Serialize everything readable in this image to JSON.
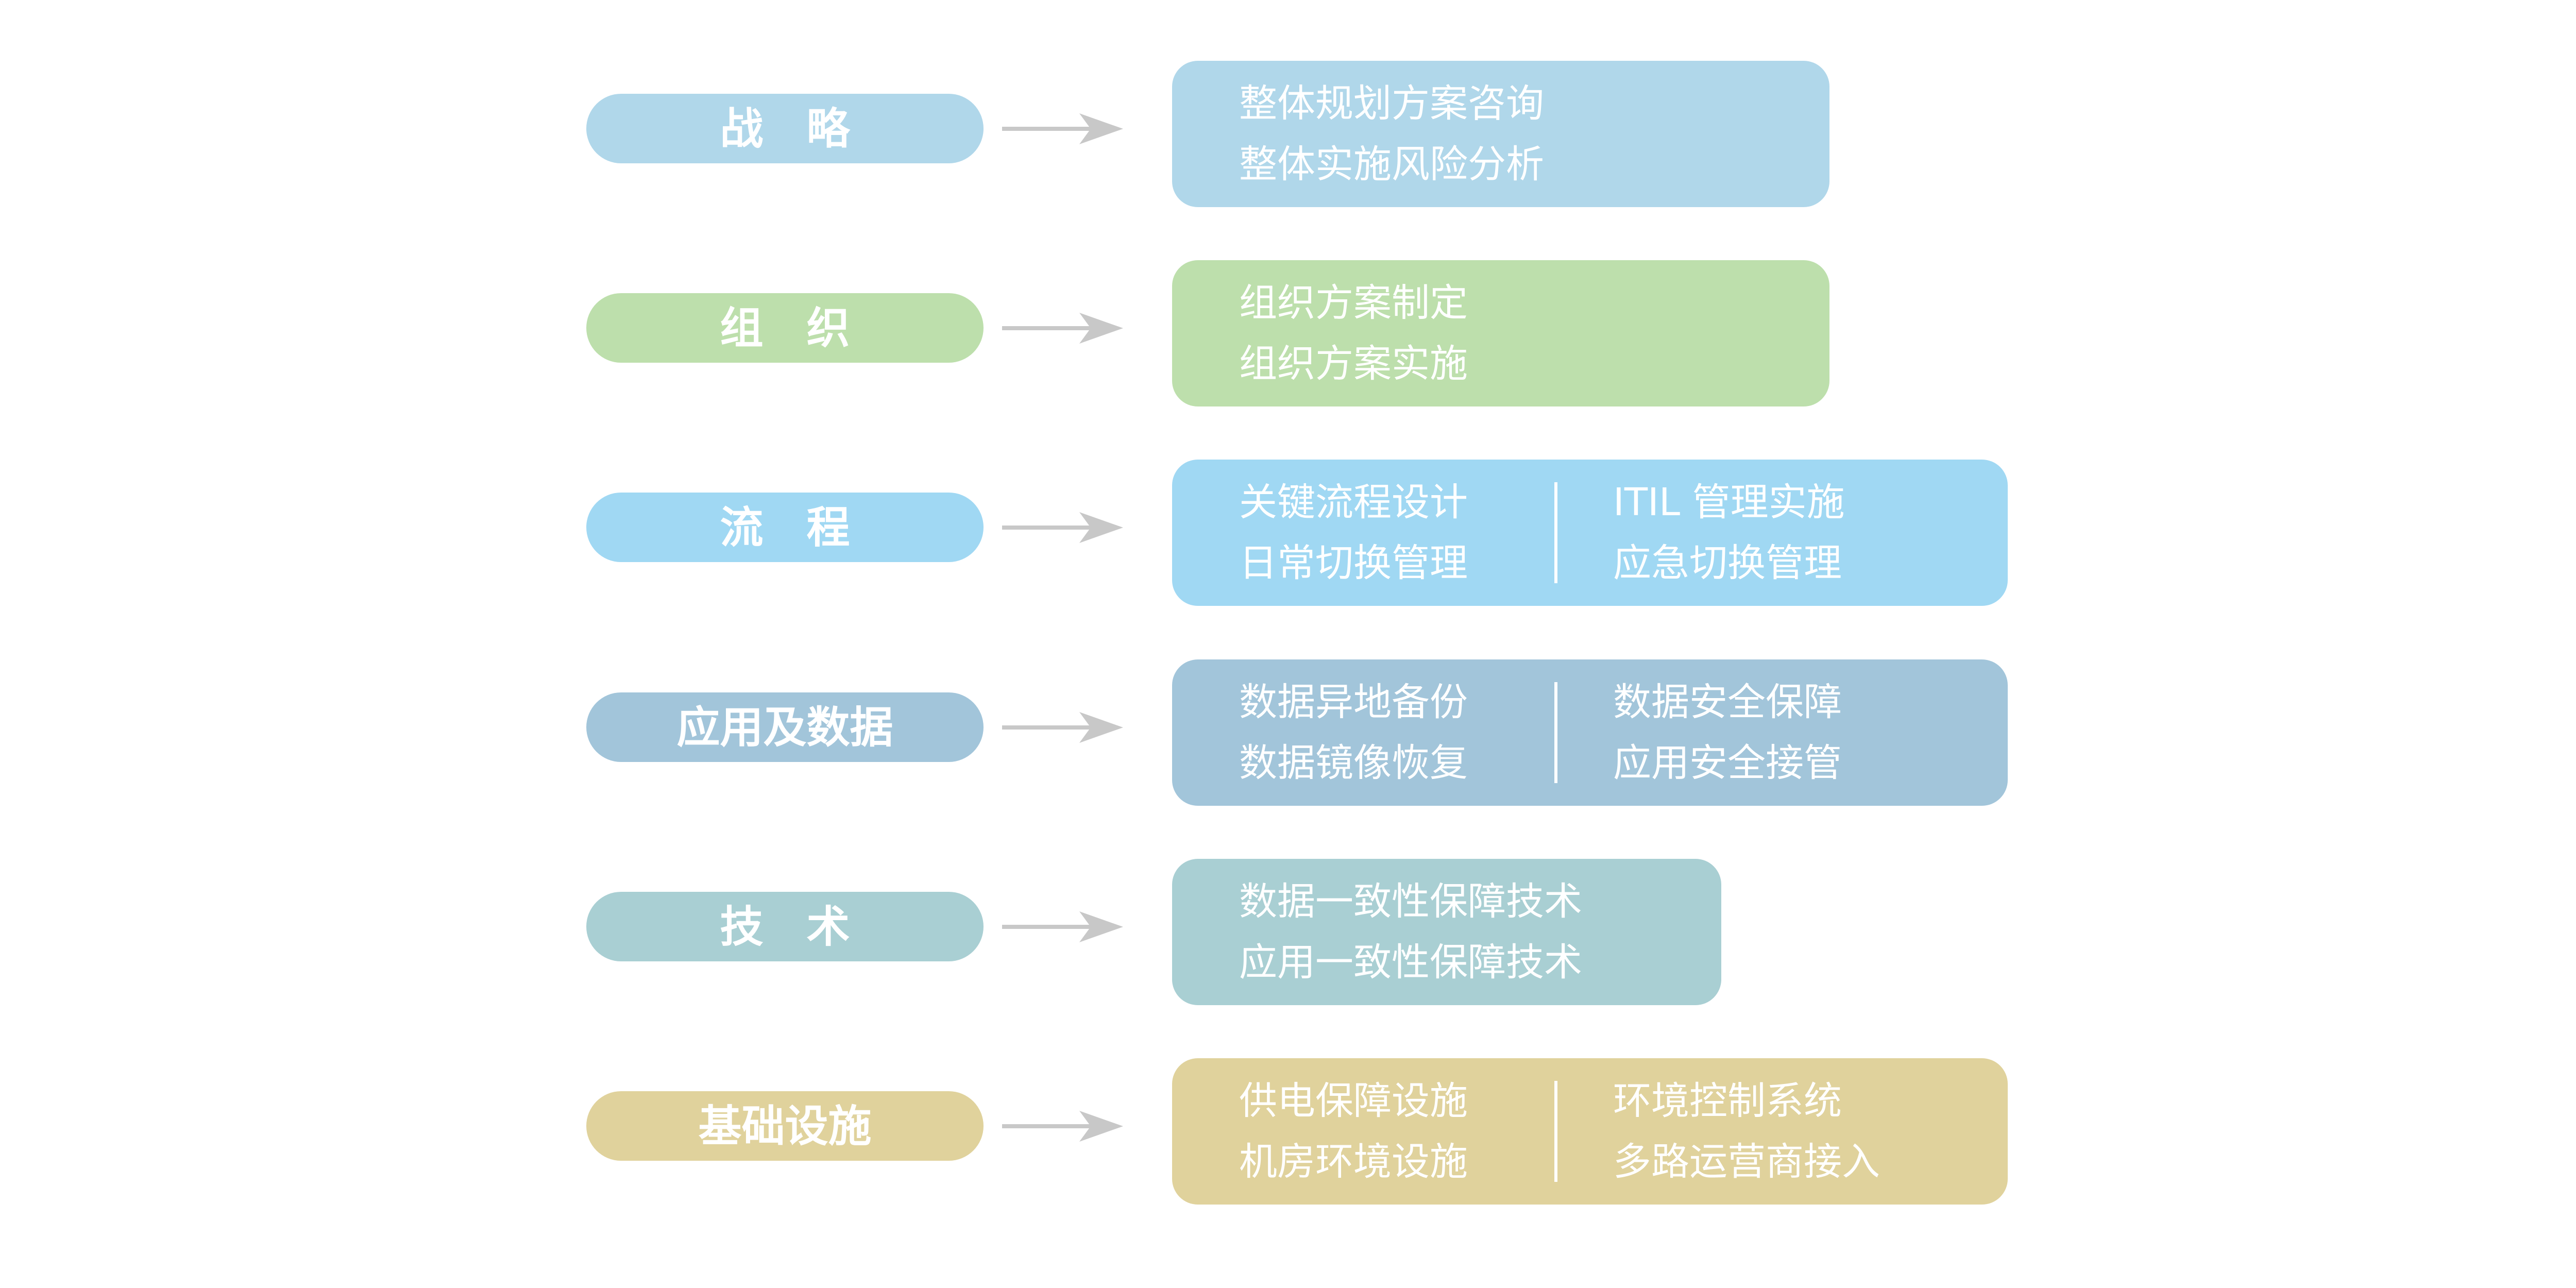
{
  "colors": {
    "strategy": "#B0D7EA",
    "organization": "#BDDFAC",
    "process": "#A0D8F3",
    "application_data": "#A2C5DA",
    "technology": "#A9CFD3",
    "infrastructure": "#E0D29C",
    "arrow": "#C8C8C8",
    "text": "#FFFFFF"
  },
  "rows": [
    {
      "key": "strategy",
      "label": "战　略",
      "left_lines": [
        "整体规划方案咨询",
        "整体实施风险分析"
      ],
      "right_lines": []
    },
    {
      "key": "organization",
      "label": "组　织",
      "left_lines": [
        "组织方案制定",
        "组织方案实施"
      ],
      "right_lines": []
    },
    {
      "key": "process",
      "label": "流　程",
      "left_lines": [
        "关键流程设计",
        "日常切换管理"
      ],
      "right_lines": [
        "ITIL 管理实施",
        "应急切换管理"
      ]
    },
    {
      "key": "application_data",
      "label": "应用及数据",
      "left_lines": [
        "数据异地备份",
        "数据镜像恢复"
      ],
      "right_lines": [
        "数据安全保障",
        "应用安全接管"
      ]
    },
    {
      "key": "technology",
      "label": "技　术",
      "left_lines": [
        "数据一致性保障技术",
        "应用一致性保障技术"
      ],
      "right_lines": []
    },
    {
      "key": "infrastructure",
      "label": "基础设施",
      "left_lines": [
        "供电保障设施",
        "机房环境设施"
      ],
      "right_lines": [
        "环境控制系统",
        "多路运营商接入"
      ]
    }
  ]
}
